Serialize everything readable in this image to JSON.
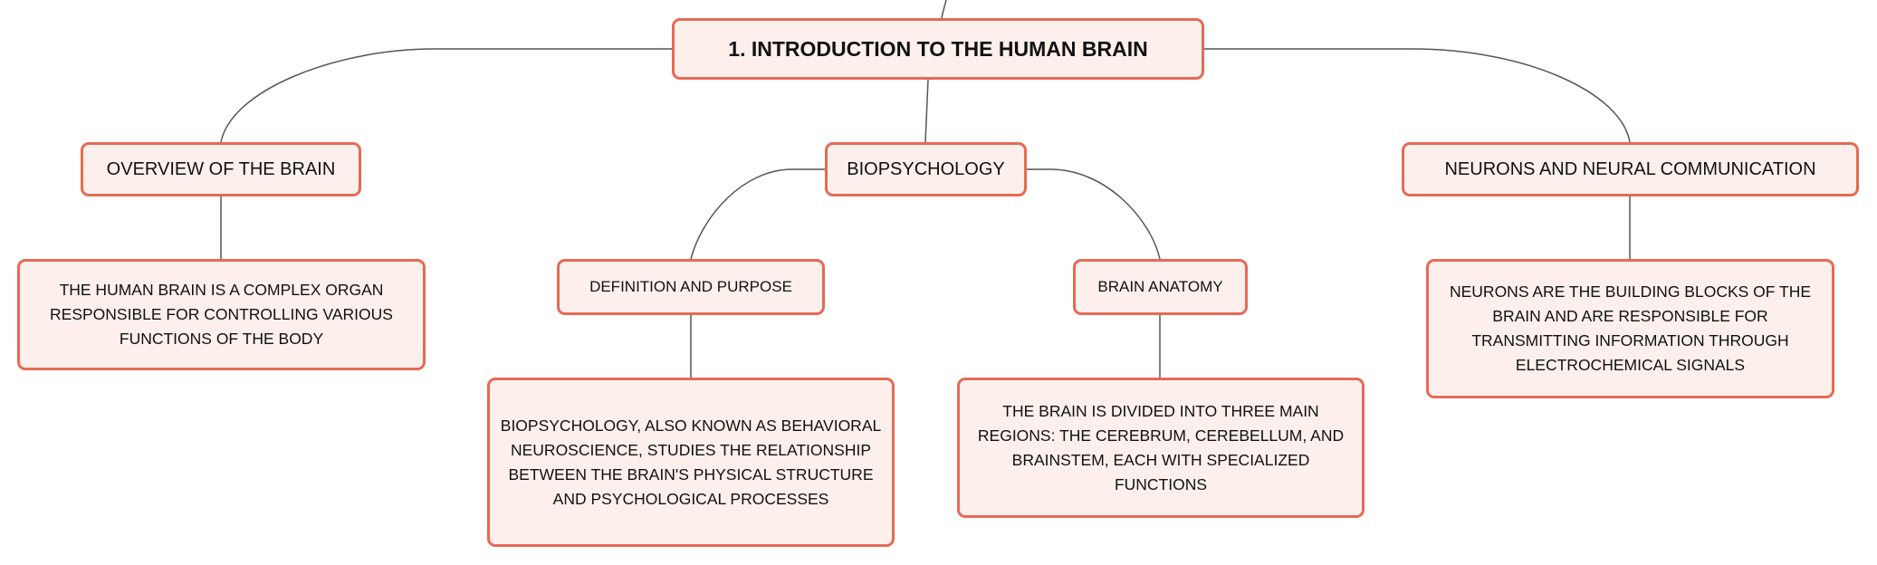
{
  "colors": {
    "node_fill": "#fdf0ec",
    "node_border": "#e66a55",
    "connector": "#555555"
  },
  "root": {
    "label": "1. INTRODUCTION TO THE HUMAN BRAIN"
  },
  "branches": {
    "overview": {
      "label": "OVERVIEW OF THE BRAIN",
      "description": "THE HUMAN BRAIN IS A COMPLEX ORGAN RESPONSIBLE FOR CONTROLLING VARIOUS FUNCTIONS OF THE BODY"
    },
    "biopsychology": {
      "label": "BIOPSYCHOLOGY",
      "definition": {
        "label": "DEFINITION AND PURPOSE",
        "description": "BIOPSYCHOLOGY, ALSO KNOWN AS BEHAVIORAL NEUROSCIENCE, STUDIES THE RELATIONSHIP BETWEEN THE BRAIN'S PHYSICAL STRUCTURE AND PSYCHOLOGICAL PROCESSES"
      },
      "anatomy": {
        "label": "BRAIN ANATOMY",
        "description": "THE BRAIN IS DIVIDED INTO THREE MAIN REGIONS: THE CEREBRUM, CEREBELLUM, AND BRAINSTEM, EACH WITH SPECIALIZED FUNCTIONS"
      }
    },
    "neurons": {
      "label": "NEURONS AND NEURAL COMMUNICATION",
      "description": "NEURONS ARE THE BUILDING BLOCKS OF THE BRAIN AND ARE RESPONSIBLE FOR TRANSMITTING INFORMATION THROUGH ELECTROCHEMICAL SIGNALS"
    }
  }
}
